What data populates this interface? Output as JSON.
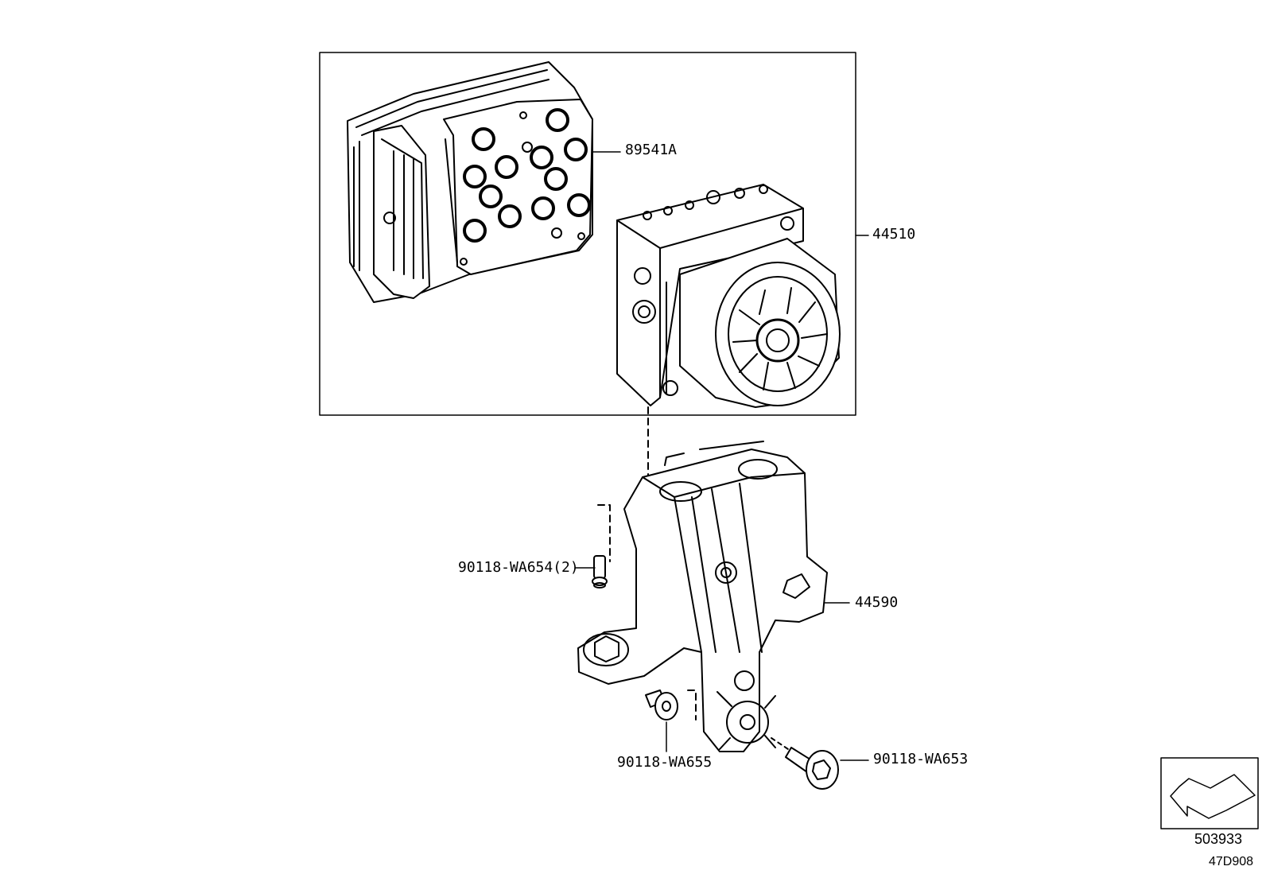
{
  "callouts": {
    "part_89541A": "89541A",
    "part_44510": "44510",
    "part_44590": "44590",
    "part_wa654": "90118-WA654(2)",
    "part_wa655": "90118-WA655",
    "part_wa653": "90118-WA653"
  },
  "footer": {
    "illustration_number": "503933",
    "section_code": "47D908"
  },
  "icons": [
    "front-direction-arrow-icon"
  ]
}
